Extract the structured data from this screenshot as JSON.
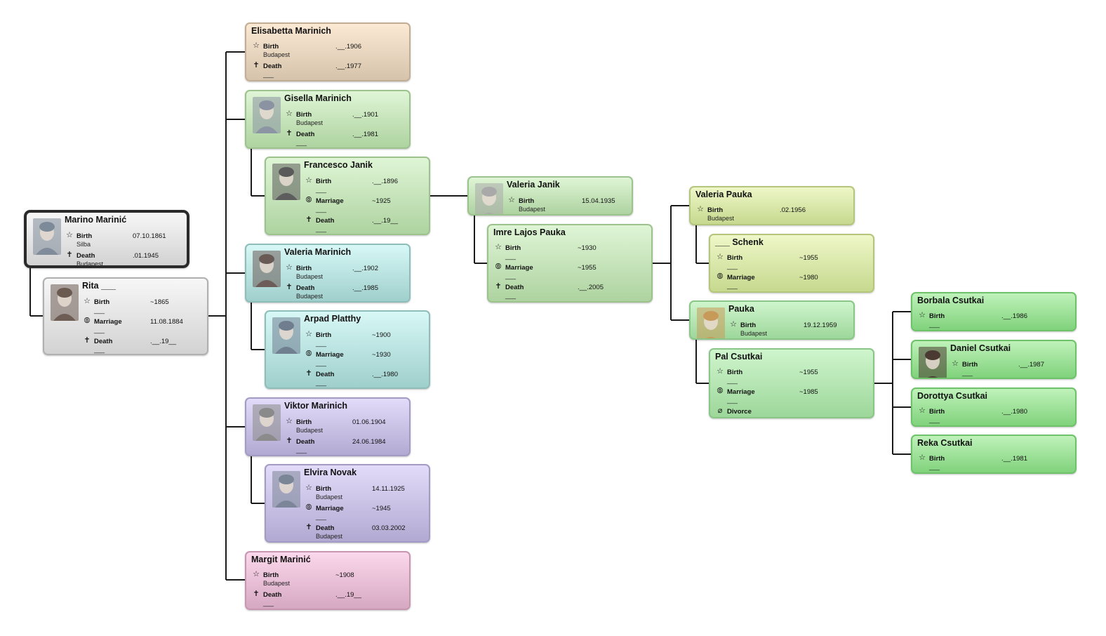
{
  "people": {
    "marino": {
      "name": "Marino Marinić",
      "theme": "gray",
      "events": [
        {
          "icon": "birth",
          "label": "Birth",
          "date": "07.10.1861",
          "place": "Silba"
        },
        {
          "icon": "death",
          "label": "Death",
          "date": ".01.1945",
          "place": "Budapest"
        }
      ]
    },
    "rita": {
      "name": "Rita ___",
      "theme": "gray",
      "events": [
        {
          "icon": "birth",
          "label": "Birth",
          "date": "~1865",
          "place": "___"
        },
        {
          "icon": "marriage",
          "label": "Marriage",
          "date": "11.08.1884",
          "place": "___"
        },
        {
          "icon": "death",
          "label": "Death",
          "date": ".__.19__",
          "place": "___"
        }
      ]
    },
    "elisabetta": {
      "name": "Elisabetta Marinich",
      "theme": "tan",
      "events": [
        {
          "icon": "birth",
          "label": "Birth",
          "date": ".__.1906",
          "place": "Budapest"
        },
        {
          "icon": "death",
          "label": "Death",
          "date": ".__.1977",
          "place": "___"
        }
      ]
    },
    "gisella": {
      "name": "Gisella Marinich",
      "theme": "green",
      "events": [
        {
          "icon": "birth",
          "label": "Birth",
          "date": ".__.1901",
          "place": "Budapest"
        },
        {
          "icon": "death",
          "label": "Death",
          "date": ".__.1981",
          "place": "___"
        }
      ]
    },
    "francesco": {
      "name": "Francesco Janik",
      "theme": "green",
      "events": [
        {
          "icon": "birth",
          "label": "Birth",
          "date": ".__.1896",
          "place": "___"
        },
        {
          "icon": "marriage",
          "label": "Marriage",
          "date": "~1925",
          "place": "___"
        },
        {
          "icon": "death",
          "label": "Death",
          "date": ".__.19__",
          "place": "___"
        }
      ]
    },
    "valeria_m": {
      "name": "Valeria Marinich",
      "theme": "teal",
      "events": [
        {
          "icon": "birth",
          "label": "Birth",
          "date": ".__.1902",
          "place": "Budapest"
        },
        {
          "icon": "death",
          "label": "Death",
          "date": ".__.1985",
          "place": "Budapest"
        }
      ]
    },
    "arpad": {
      "name": "Arpad Platthy",
      "theme": "teal",
      "events": [
        {
          "icon": "birth",
          "label": "Birth",
          "date": "~1900",
          "place": "___"
        },
        {
          "icon": "marriage",
          "label": "Marriage",
          "date": "~1930",
          "place": "___"
        },
        {
          "icon": "death",
          "label": "Death",
          "date": ".__.1980",
          "place": "___"
        }
      ]
    },
    "viktor": {
      "name": "Viktor Marinich",
      "theme": "violet",
      "events": [
        {
          "icon": "birth",
          "label": "Birth",
          "date": "01.06.1904",
          "place": "Budapest"
        },
        {
          "icon": "death",
          "label": "Death",
          "date": "24.06.1984",
          "place": "___"
        }
      ]
    },
    "elvira": {
      "name": "Elvira Novak",
      "theme": "violet",
      "events": [
        {
          "icon": "birth",
          "label": "Birth",
          "date": "14.11.1925",
          "place": "Budapest"
        },
        {
          "icon": "marriage",
          "label": "Marriage",
          "date": "~1945",
          "place": "___"
        },
        {
          "icon": "death",
          "label": "Death",
          "date": "03.03.2002",
          "place": "Budapest"
        }
      ]
    },
    "margit": {
      "name": "Margit Marinić",
      "theme": "pink",
      "events": [
        {
          "icon": "birth",
          "label": "Birth",
          "date": "~1908",
          "place": "Budapest"
        },
        {
          "icon": "death",
          "label": "Death",
          "date": ".__.19__",
          "place": "___"
        }
      ]
    },
    "valeria_j": {
      "name": "Valeria Janik",
      "theme": "green",
      "events": [
        {
          "icon": "birth",
          "label": "Birth",
          "date": "15.04.1935",
          "place": "Budapest"
        }
      ]
    },
    "imre": {
      "name": "Imre Lajos Pauka",
      "theme": "green",
      "events": [
        {
          "icon": "birth",
          "label": "Birth",
          "date": "~1930",
          "place": "___"
        },
        {
          "icon": "marriage",
          "label": "Marriage",
          "date": "~1955",
          "place": "___"
        },
        {
          "icon": "death",
          "label": "Death",
          "date": ".__.2005",
          "place": "___"
        }
      ]
    },
    "valeria_p": {
      "name": "Valeria Pauka",
      "theme": "lime",
      "events": [
        {
          "icon": "birth",
          "label": "Birth",
          "date": ".02.1956",
          "place": "Budapest"
        }
      ]
    },
    "schenk": {
      "name": "___ Schenk",
      "theme": "lime",
      "events": [
        {
          "icon": "birth",
          "label": "Birth",
          "date": "~1955",
          "place": "___"
        },
        {
          "icon": "marriage",
          "label": "Marriage",
          "date": "~1980",
          "place": "___"
        }
      ]
    },
    "pauka": {
      "name": "Pauka",
      "theme": "mint",
      "events": [
        {
          "icon": "birth",
          "label": "Birth",
          "date": "19.12.1959",
          "place": "Budapest"
        }
      ]
    },
    "pal": {
      "name": "Pal Csutkai",
      "theme": "mint",
      "events": [
        {
          "icon": "birth",
          "label": "Birth",
          "date": "~1955",
          "place": "___"
        },
        {
          "icon": "marriage",
          "label": "Marriage",
          "date": "~1985",
          "place": "___"
        },
        {
          "icon": "divorce",
          "label": "Divorce",
          "date": "",
          "place": ""
        }
      ]
    },
    "borbala": {
      "name": "Borbala Csutkai",
      "theme": "emerald",
      "events": [
        {
          "icon": "birth",
          "label": "Birth",
          "date": ".__.1986",
          "place": "___"
        }
      ]
    },
    "daniel": {
      "name": "Daniel Csutkai",
      "theme": "emerald",
      "events": [
        {
          "icon": "birth",
          "label": "Birth",
          "date": ".__.1987",
          "place": "___"
        }
      ]
    },
    "dorottya": {
      "name": "Dorottya Csutkai",
      "theme": "emerald",
      "events": [
        {
          "icon": "birth",
          "label": "Birth",
          "date": ".__.1980",
          "place": "___"
        }
      ]
    },
    "reka": {
      "name": "Reka Csutkai",
      "theme": "emerald",
      "events": [
        {
          "icon": "birth",
          "label": "Birth",
          "date": ".__.1981",
          "place": "___"
        }
      ]
    }
  },
  "event_icons": {
    "birth": "birth-star-icon",
    "death": "death-cross-icon",
    "marriage": "marriage-rings-icon",
    "divorce": "divorce-rings-icon"
  },
  "themes": {
    "gray": {
      "top": "#f7f7f7",
      "bottom": "#d2d2d2",
      "border": "#b0b0b0"
    },
    "tan": {
      "top": "#fbe9d4",
      "bottom": "#d6c3ab",
      "border": "#c2ae95"
    },
    "green": {
      "top": "#dff5d6",
      "bottom": "#aed3a0",
      "border": "#9cc28d"
    },
    "teal": {
      "top": "#d7f8f6",
      "bottom": "#9fcfcc",
      "border": "#8fbdba"
    },
    "violet": {
      "top": "#e2dcf9",
      "bottom": "#b2a9d2",
      "border": "#a49bc4"
    },
    "pink": {
      "top": "#fbd8ec",
      "bottom": "#d6a8c2",
      "border": "#c797b2"
    },
    "lime": {
      "top": "#eef7c8",
      "bottom": "#c6d98e",
      "border": "#b3c67c"
    },
    "mint": {
      "top": "#cff5cd",
      "bottom": "#9dd79a",
      "border": "#8ac687"
    },
    "emerald": {
      "top": "#bff2ba",
      "bottom": "#80d27c",
      "border": "#6ec26a"
    }
  },
  "selected_person": "marino"
}
